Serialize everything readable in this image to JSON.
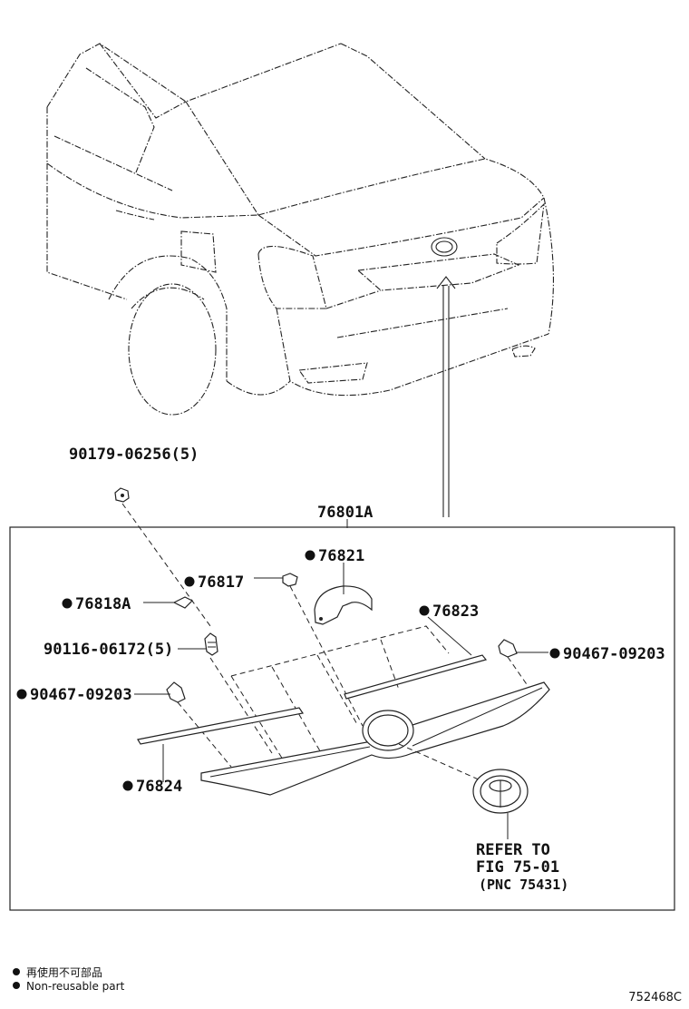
{
  "labels": {
    "bolt_top": "90179-06256(5)",
    "assembly": "76801A",
    "part_76821": "76821",
    "part_76817": "76817",
    "part_76818a": "76818A",
    "part_76823": "76823",
    "bolt_mid": "90116-06172(5)",
    "clip_right": "90467-09203",
    "clip_left": "90467-09203",
    "part_76824": "76824"
  },
  "reference": {
    "line1": "REFER TO",
    "line2": "FIG 75-01",
    "line3": "(PNC 75431)"
  },
  "legend": {
    "jp": "再使用不可部品",
    "en": "Non-reusable part"
  },
  "figure_id": "752468C",
  "marker_color": "#111111"
}
